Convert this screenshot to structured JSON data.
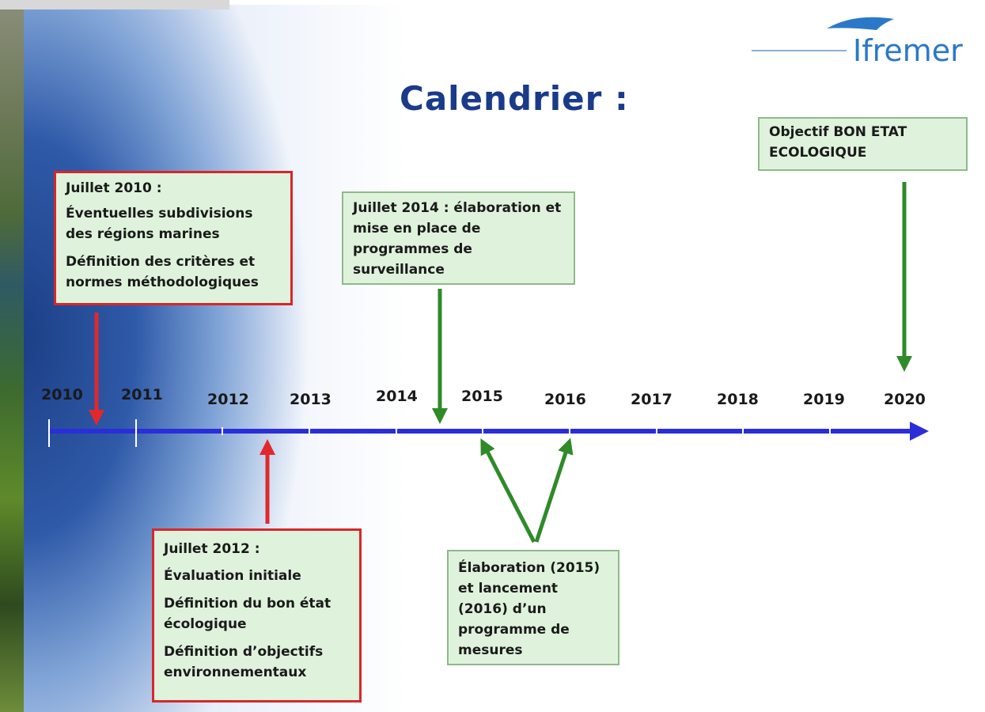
{
  "title": "Calendrier :",
  "logo_text": "Ifremer",
  "timeline": {
    "years": [
      "2010",
      "2011",
      "2012",
      "2013",
      "2014",
      "2015",
      "2016",
      "2017",
      "2018",
      "2019",
      "2020"
    ]
  },
  "boxes": {
    "b2010": {
      "heading": "Juillet 2010 :",
      "line1": "Éventuelles subdivisions des régions marines",
      "line2": "Définition des critères et normes méthodologiques"
    },
    "b2012": {
      "heading": "Juillet 2012 :",
      "line1": "Évaluation initiale",
      "line2": "Définition du bon état écologique",
      "line3": "Définition d’objectifs environnementaux"
    },
    "b2014": {
      "text": "Juillet 2014 : élaboration et mise en place de programmes de surveillance"
    },
    "b2015": {
      "text": "Élaboration (2015) et lancement (2016) d’un programme de mesures"
    },
    "b2020": {
      "text": "Objectif BON ETAT ECOLOGIQUE"
    }
  },
  "colors": {
    "title": "#1a3a8a",
    "axis": "#2a2ed8",
    "red_arrow": "#e0282d",
    "green_arrow": "#2f8a2a",
    "box_fill": "#dff3dc"
  }
}
